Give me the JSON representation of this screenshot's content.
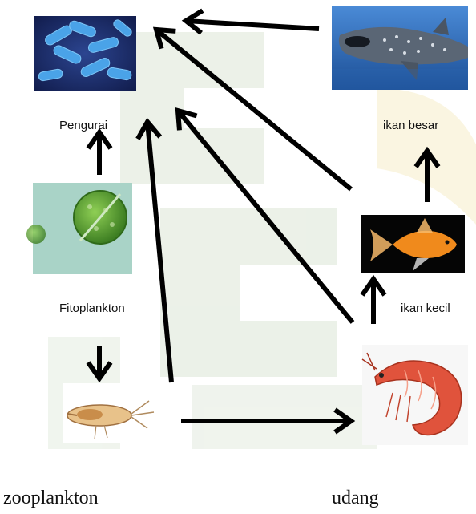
{
  "nodes": {
    "pengurai": {
      "label": "Pengurai",
      "icon": "bacteria-image"
    },
    "fitoplankton": {
      "label": "Fitoplankton",
      "icon": "phytoplankton-image"
    },
    "zooplankton": {
      "label": "zooplankton",
      "icon": "zooplankton-image"
    },
    "udang": {
      "label": "udang",
      "icon": "shrimp-image"
    },
    "ikan_kecil": {
      "label": "ikan kecil",
      "icon": "goldfish-image"
    },
    "ikan_besar": {
      "label": "ikan besar",
      "icon": "whale-shark-image"
    }
  },
  "edges": [
    {
      "from": "fitoplankton",
      "to": "pengurai"
    },
    {
      "from": "fitoplankton",
      "to": "zooplankton"
    },
    {
      "from": "zooplankton",
      "to": "pengurai"
    },
    {
      "from": "zooplankton",
      "to": "udang"
    },
    {
      "from": "udang",
      "to": "pengurai"
    },
    {
      "from": "udang",
      "to": "ikan_kecil"
    },
    {
      "from": "ikan_kecil",
      "to": "pengurai"
    },
    {
      "from": "ikan_kecil",
      "to": "ikan_besar"
    },
    {
      "from": "ikan_besar",
      "to": "pengurai"
    }
  ],
  "colors": {
    "arrow": "#000000",
    "watermark": "#d9e3d3",
    "watermark_gold": "#f6ecc6",
    "bacteria_bg": "#1a2b6b",
    "bacteria_cell": "#4aa3e8",
    "algae_bg": "#a9d3c7",
    "algae_cell": "#4f9a2e",
    "ocean_bg": "#2a63b0",
    "shrimp": "#e0533c",
    "goldfish": "#f08a1c"
  }
}
